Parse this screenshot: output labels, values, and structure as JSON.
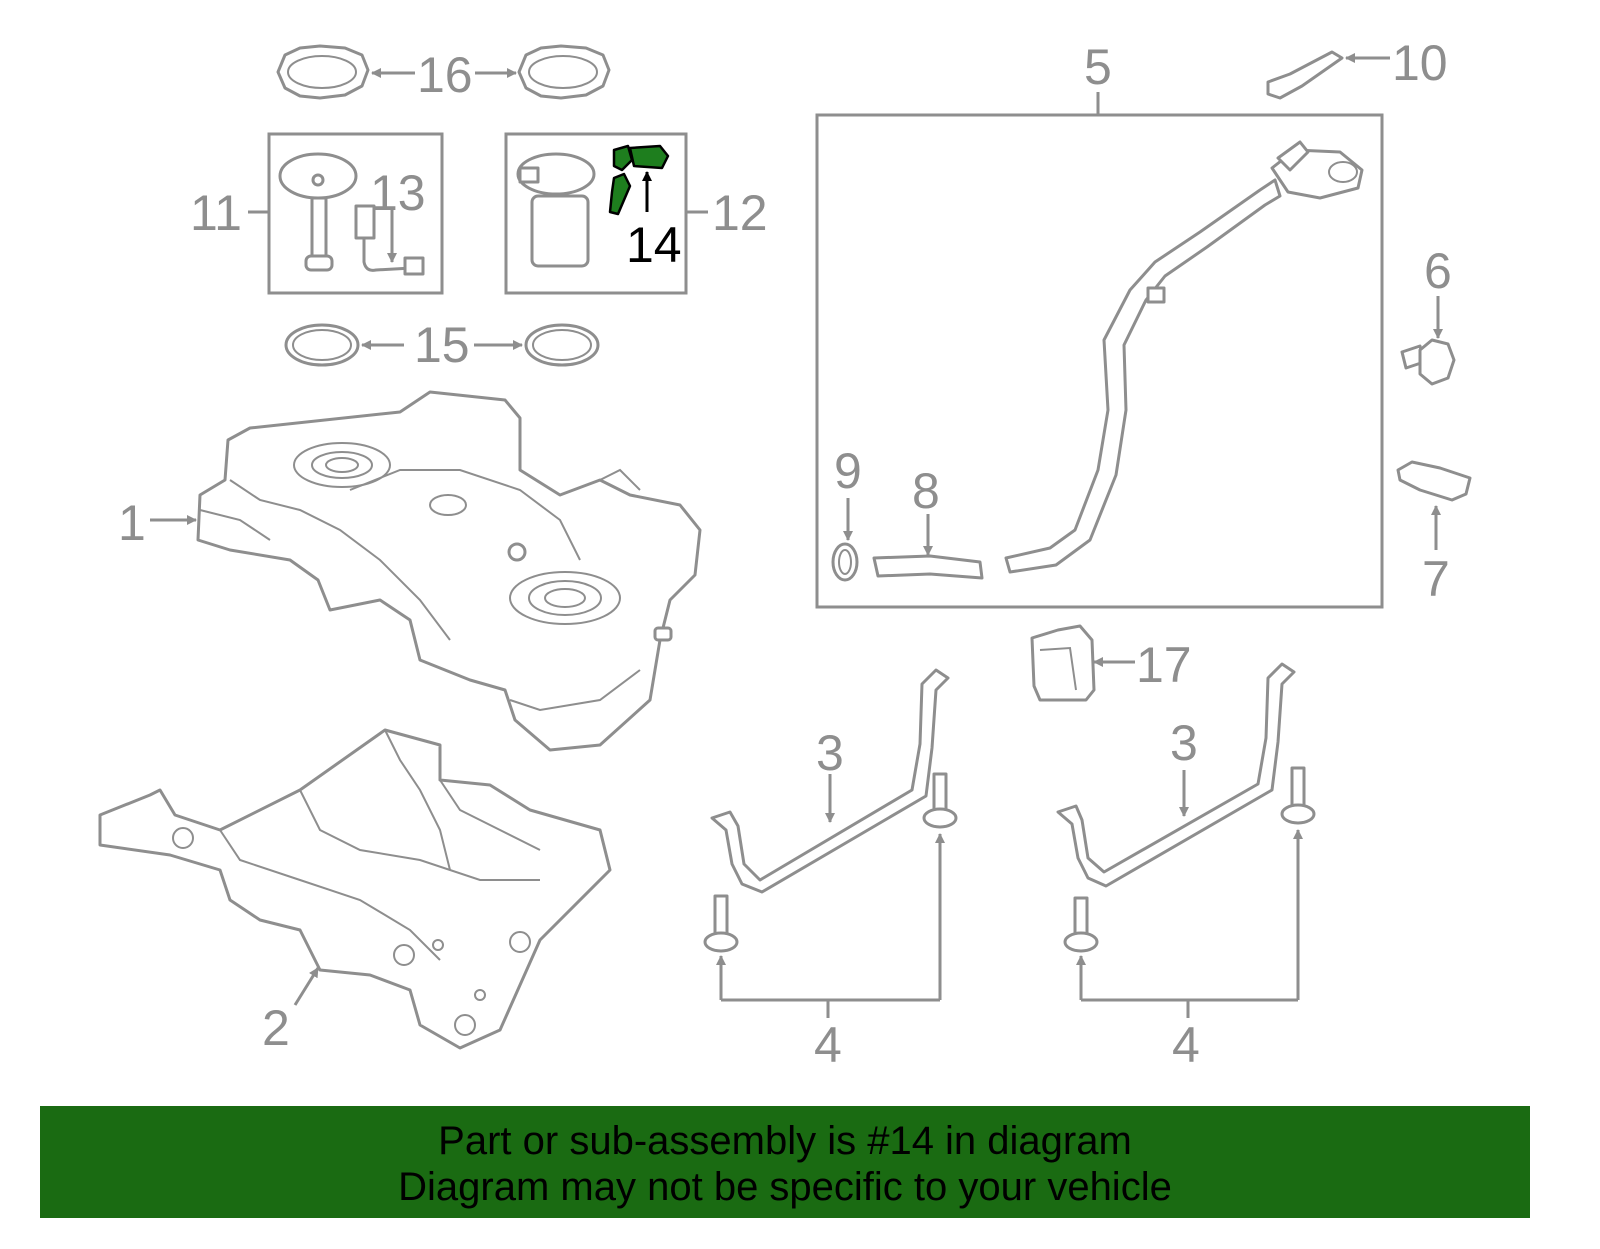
{
  "diagram": {
    "callouts": {
      "c1": "1",
      "c2": "2",
      "c3a": "3",
      "c3b": "3",
      "c4a": "4",
      "c4b": "4",
      "c5": "5",
      "c6": "6",
      "c7": "7",
      "c8": "8",
      "c9": "9",
      "c10": "10",
      "c11": "11",
      "c12": "12",
      "c13": "13",
      "c14": "14",
      "c15": "15",
      "c16": "16",
      "c17": "17"
    },
    "highlight_color": "#1e7e1e"
  },
  "banner": {
    "line1": "Part or sub-assembly is #14 in diagram",
    "line2": "Diagram may not be specific to your vehicle",
    "background": "#1a6b12"
  }
}
